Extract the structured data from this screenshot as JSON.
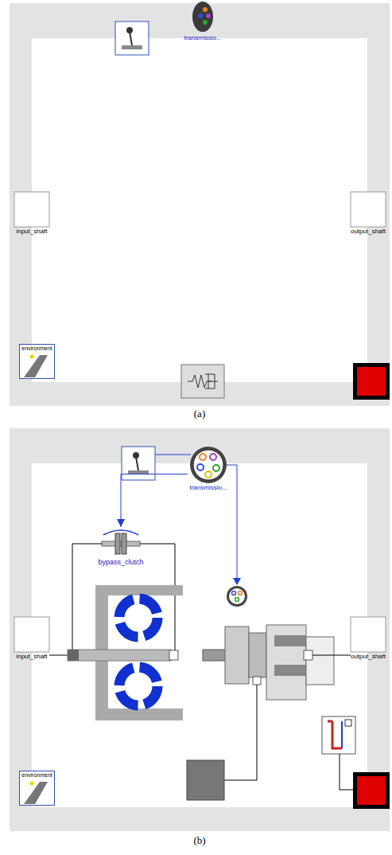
{
  "diagram": {
    "nodes": [
      {
        "text": [
          "transmissio..."
        ]
      },
      {
        "text": [
          "input_shaft"
        ]
      },
      {
        "text": [
          "output_shaft"
        ]
      },
      {
        "text": [
          "environment"
        ]
      },
      {
        "text": [
          "transmissio..."
        ]
      },
      {
        "text": [
          "bypass_clutch"
        ]
      },
      {
        "text": [
          "input_shaft"
        ]
      },
      {
        "text": [
          "output_shaft"
        ]
      },
      {
        "text": [
          "environment"
        ]
      }
    ],
    "edges": [
      {
        "from": 4,
        "to": 5,
        "arrow": "to"
      }
    ],
    "labels": [
      "(a)",
      "(b)"
    ]
  }
}
